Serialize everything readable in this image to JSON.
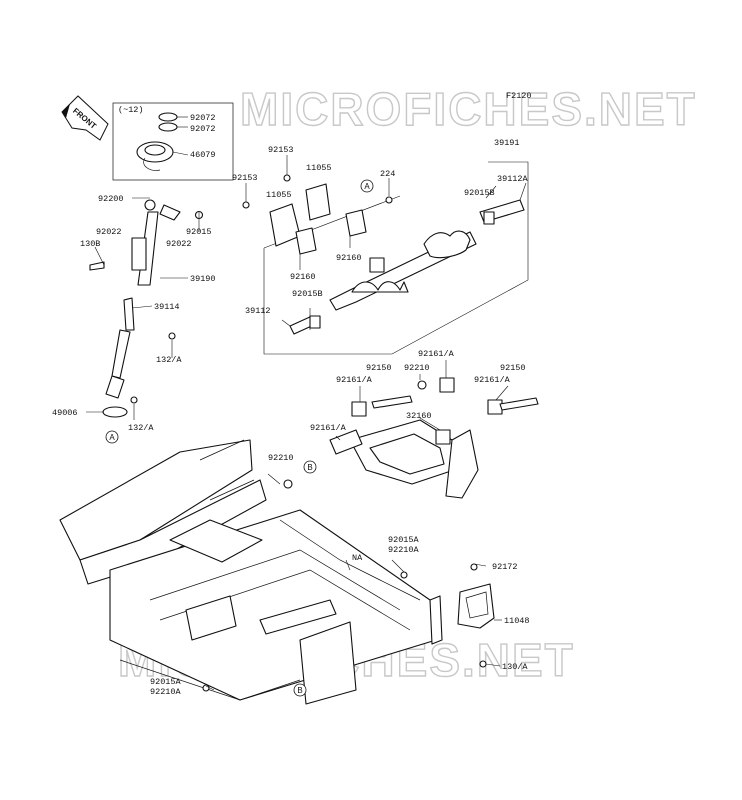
{
  "figure_code": "F2120",
  "watermark": "MICROFICHES.NET",
  "front_arrow_label": "FRONT",
  "bracket_note": "(~12)",
  "callout_a": "A",
  "callout_b": "B",
  "parts": [
    {
      "id": "p92072a",
      "label": "92072"
    },
    {
      "id": "p92072b",
      "label": "92072"
    },
    {
      "id": "p46079",
      "label": "46079"
    },
    {
      "id": "p92200",
      "label": "92200"
    },
    {
      "id": "p92022a",
      "label": "92022"
    },
    {
      "id": "p130b",
      "label": "130B"
    },
    {
      "id": "p92022b",
      "label": "92022"
    },
    {
      "id": "p92015",
      "label": "92015"
    },
    {
      "id": "p39190",
      "label": "39190"
    },
    {
      "id": "p39114",
      "label": "39114"
    },
    {
      "id": "p132a1",
      "label": "132/A"
    },
    {
      "id": "p49006",
      "label": "49006"
    },
    {
      "id": "p132a2",
      "label": "132/A"
    },
    {
      "id": "p92153a",
      "label": "92153"
    },
    {
      "id": "p11055a",
      "label": "11055"
    },
    {
      "id": "p92153b",
      "label": "92153"
    },
    {
      "id": "p11055b",
      "label": "11055"
    },
    {
      "id": "p224",
      "label": "224"
    },
    {
      "id": "p39191",
      "label": "39191"
    },
    {
      "id": "p39112a",
      "label": "39112A"
    },
    {
      "id": "p92015b1",
      "label": "92015B"
    },
    {
      "id": "p92160a",
      "label": "92160"
    },
    {
      "id": "p92160b",
      "label": "92160"
    },
    {
      "id": "p92015b2",
      "label": "92015B"
    },
    {
      "id": "p39112",
      "label": "39112"
    },
    {
      "id": "p92161a1",
      "label": "92161/A"
    },
    {
      "id": "p92150a",
      "label": "92150"
    },
    {
      "id": "p92210a",
      "label": "92210"
    },
    {
      "id": "p92150b",
      "label": "92150"
    },
    {
      "id": "p92161a2",
      "label": "92161/A"
    },
    {
      "id": "p92161a3",
      "label": "92161/A"
    },
    {
      "id": "p32160",
      "label": "32160"
    },
    {
      "id": "p92161a4",
      "label": "92161/A"
    },
    {
      "id": "p92210b",
      "label": "92210"
    },
    {
      "id": "p92015a1",
      "label": "92015A"
    },
    {
      "id": "p92210a1",
      "label": "92210A"
    },
    {
      "id": "pNA",
      "label": "NA"
    },
    {
      "id": "p92172",
      "label": "92172"
    },
    {
      "id": "p11048",
      "label": "11048"
    },
    {
      "id": "p130a",
      "label": "130/A"
    },
    {
      "id": "p92015a2",
      "label": "92015A"
    },
    {
      "id": "p92210a2",
      "label": "92210A"
    }
  ]
}
